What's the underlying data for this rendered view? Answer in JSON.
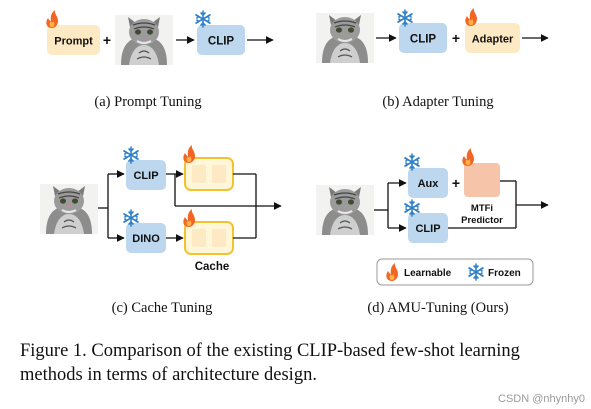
{
  "panels": {
    "a": {
      "caption": "(a) Prompt Tuning",
      "prompt_label": "Prompt",
      "clip_label": "CLIP",
      "plus": "+"
    },
    "b": {
      "caption": "(b) Adapter Tuning",
      "clip_label": "CLIP",
      "adapter_label": "Adapter",
      "plus": "+"
    },
    "c": {
      "caption": "(c) Cache Tuning",
      "clip_label": "CLIP",
      "dino_label": "DINO",
      "cache_label": "Cache"
    },
    "d": {
      "caption": "(d) AMU-Tuning (Ours)",
      "aux_label": "Aux",
      "clip_label": "CLIP",
      "mtfi_label_line1": "MTFi",
      "mtfi_label_line2": "Predictor",
      "plus": "+"
    }
  },
  "legend": {
    "learnable_label": "Learnable",
    "frozen_label": "Frozen"
  },
  "figure_caption": "Figure 1. Comparison of the existing CLIP-based few-shot learning methods in terms of architecture design.",
  "watermark": "CSDN @nhynhy0",
  "colors": {
    "learnable_fill": "#fde9c4",
    "clip_fill": "#bcd7ee",
    "cache_border": "#f2c230",
    "mtfi_fill": "#f6c4a8",
    "flame": "#f26522",
    "snowflake": "#2f80c8"
  },
  "icons": {
    "learnable": "flame-icon",
    "frozen": "snowflake-icon",
    "image": "cat-image"
  }
}
